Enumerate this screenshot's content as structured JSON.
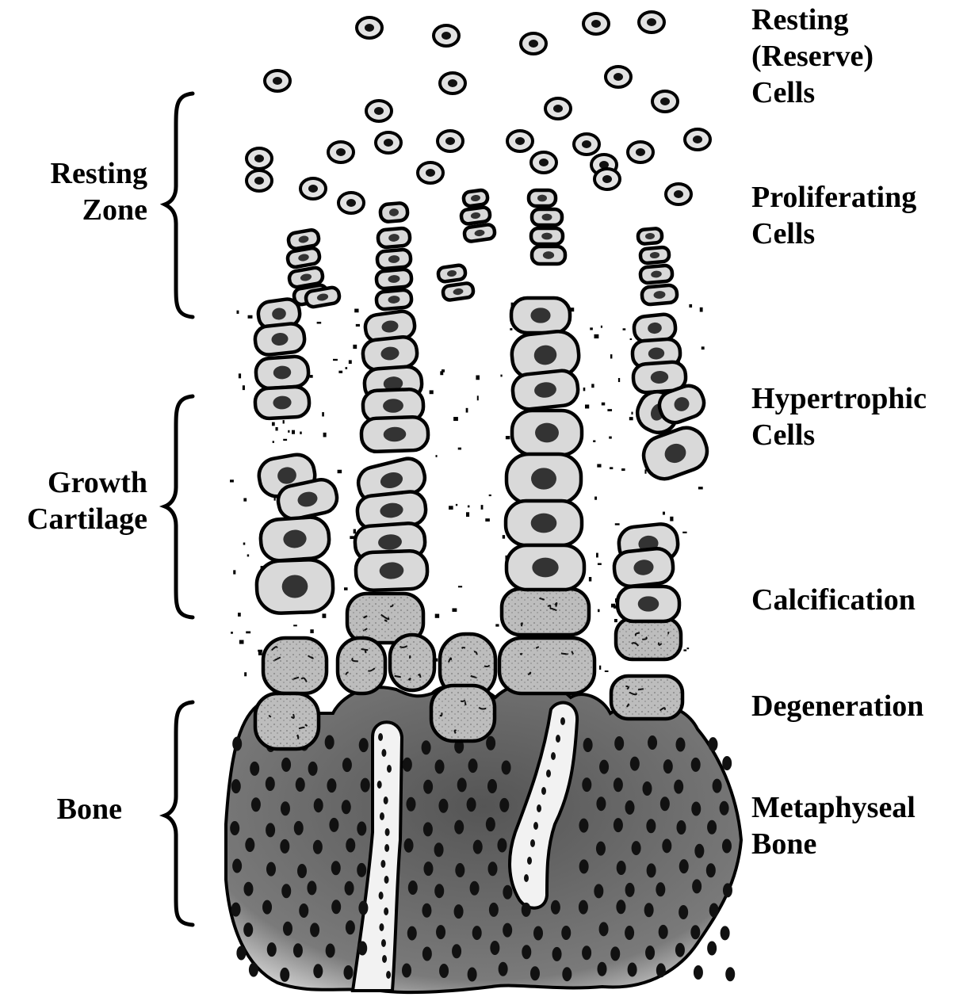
{
  "zones_left": {
    "resting_zone": [
      "Resting",
      "Zone"
    ],
    "growth_cartilage": [
      "Growth",
      "Cartilage"
    ],
    "bone": [
      "Bone"
    ]
  },
  "stages_right": {
    "resting_reserve": [
      "Resting",
      "(Reserve)",
      "Cells"
    ],
    "proliferating": [
      "Proliferating",
      "Cells"
    ],
    "hypertrophic": [
      "Hypertrophic",
      "Cells"
    ],
    "calcification": [
      "Calcification"
    ],
    "degeneration": [
      "Degeneration"
    ],
    "metaphyseal_bone": [
      "Metaphyseal",
      "Bone"
    ]
  },
  "colors": {
    "ink": "#000000",
    "cell_fill": "#d9d9d9",
    "bone_fill": "#6b6b6b",
    "canal_fill": "#f2f2f2"
  }
}
